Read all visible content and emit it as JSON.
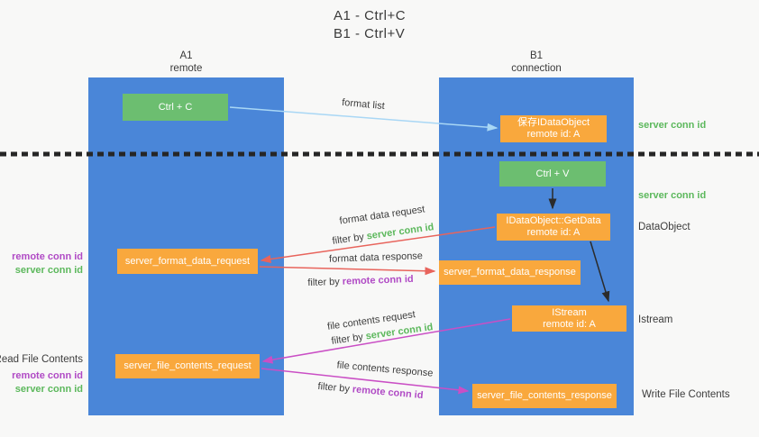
{
  "title": {
    "line1": "A1 - Ctrl+C",
    "line2": "B1 - Ctrl+V"
  },
  "columns": {
    "left": {
      "name": "A1",
      "subtitle": "remote"
    },
    "right": {
      "name": "B1",
      "subtitle": "connection"
    }
  },
  "boxes": {
    "ctrl_c": "Ctrl + C",
    "ctrl_v": "Ctrl + V",
    "save_idataobject": {
      "line1": "保存IDataObject",
      "line2": "remote id: A"
    },
    "getdata": {
      "line1": "IDataObject::GetData",
      "line2": "remote id: A"
    },
    "istream": {
      "line1": "IStream",
      "line2": "remote id: A"
    },
    "format_request": "server_format_data_request",
    "format_response": "server_format_data_response",
    "file_request": "server_file_contents_request",
    "file_response": "server_file_contents_response"
  },
  "arrow_labels": {
    "format_list": "format list",
    "format_data_request": "format data request",
    "format_data_response": "format data response",
    "file_contents_request": "file contents request",
    "file_contents_response": "file contents response",
    "filter_by": "filter by",
    "server_conn_id": "server conn id",
    "remote_conn_id": "remote conn id"
  },
  "side_labels": {
    "server_conn_id_top": "server conn id",
    "server_conn_id_mid": "server conn id",
    "dataobject": "DataObject",
    "istream": "Istream",
    "read_file_contents": "Read File Contents",
    "write_file_contents": "Write File Contents",
    "remote_conn_id_1": "remote conn id",
    "server_conn_id_1": "server conn id",
    "remote_conn_id_2": "remote conn id",
    "server_conn_id_2": "server conn id"
  },
  "colors": {
    "column_blue": "#4a86d8",
    "box_green": "#6cbe70",
    "box_orange": "#f9a83d",
    "text_green": "#5cb85c",
    "text_purple": "#b04ac5",
    "arrow_red": "#e8645c",
    "arrow_magenta": "#ca4fc5",
    "arrow_blue": "#a9d7f5",
    "arrow_black": "#2b2b2b",
    "divider_black": "#262626"
  }
}
